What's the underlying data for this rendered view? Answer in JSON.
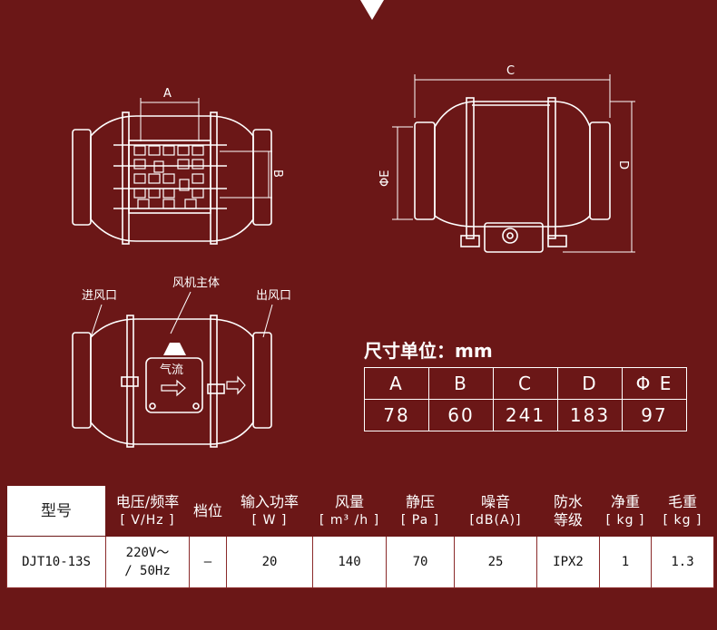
{
  "diagram": {
    "labels": {
      "dim_a": "A",
      "dim_b": "B",
      "dim_c": "C",
      "dim_d": "D",
      "dim_e": "ΦE",
      "inlet": "进风口",
      "body": "风机主体",
      "outlet": "出风口",
      "airflow": "气流"
    }
  },
  "dimensions": {
    "title": "尺寸单位：mm",
    "headers": [
      "A",
      "B",
      "C",
      "D",
      "Φ E"
    ],
    "values": [
      "78",
      "60",
      "241",
      "183",
      "97"
    ]
  },
  "spec_table": {
    "headers": [
      {
        "main": "型号",
        "sub": ""
      },
      {
        "main": "电压/频率",
        "sub": "[ V/Hz ]"
      },
      {
        "main": "档位",
        "sub": ""
      },
      {
        "main": "输入功率",
        "sub": "[ W ]"
      },
      {
        "main": "风量",
        "sub": "[ m³ /h ]"
      },
      {
        "main": "静压",
        "sub": "[ Pa ]"
      },
      {
        "main": "噪音",
        "sub": "[dB(A)]"
      },
      {
        "main": "防水",
        "sub": "等级"
      },
      {
        "main": "净重",
        "sub": "[ kg ]"
      },
      {
        "main": "毛重",
        "sub": "[ kg ]"
      }
    ],
    "row": {
      "model": "DJT10-13S",
      "voltage_line1": "220V～",
      "voltage_line2": "/ 50Hz",
      "gear": "—",
      "power": "20",
      "airflow": "140",
      "pressure": "70",
      "noise": "25",
      "waterproof": "IPX2",
      "net_weight": "1",
      "gross_weight": "1.3"
    }
  }
}
